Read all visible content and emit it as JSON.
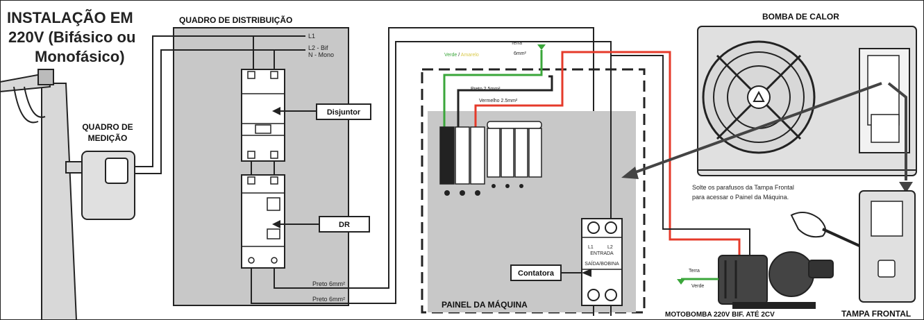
{
  "title": {
    "line1": "INSTALAÇÃO EM",
    "line2": "220V (Bifásico ou",
    "line3": "Monofásico)"
  },
  "quadro_medicao": {
    "line1": "QUADRO DE",
    "line2": "MEDIÇÃO"
  },
  "quadro_distribuicao": {
    "title": "QUADRO DE DISTRIBUIÇÃO",
    "l1": "L1",
    "l2": "L2 - Bif",
    "n": "N - Mono",
    "disjuntor": "Disjuntor",
    "dr": "DR",
    "cable1": "Preto 6mm²",
    "cable2": "Preto 6mm²"
  },
  "painel": {
    "terra": "Terra",
    "verde": "Verde",
    "verde_sep": " / ",
    "amarelo": "Amarelo",
    "verde_size": "6mm²",
    "preto": "Preto 2.5mm²",
    "vermelho": "Vermelho 2.5mm²",
    "contatora": "Contatora",
    "label": "PAINEL DA MÁQUINA",
    "l1": "L1",
    "l2": "L2",
    "entrada": "ENTRADA",
    "saida": "SAÍDA/BOBINA"
  },
  "bomba": {
    "title": "BOMBA DE CALOR"
  },
  "instruction": {
    "line1": "Solte os parafusos da Tampa Frontal",
    "line2": "para acessar o Painel da Máquina."
  },
  "motobomba": {
    "terra": "Terra",
    "verde": "Verde",
    "label": "MOTOBOMBA 220V BIF. ATÉ 2CV"
  },
  "tampa": {
    "label": "TAMPA FRONTAL"
  },
  "colors": {
    "panel_gray": "#c8c8c8",
    "box_gray": "#e0e0e0",
    "wire_black": "#222222",
    "wire_red": "#e53a2a",
    "wire_green": "#3aa63a",
    "wire_yellow": "#d9c94a"
  }
}
